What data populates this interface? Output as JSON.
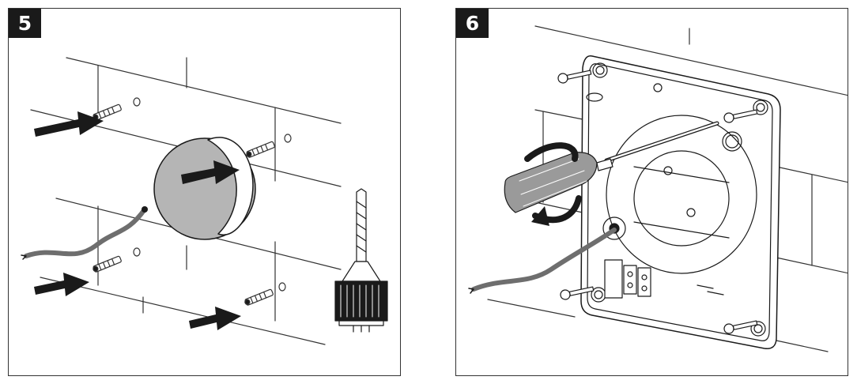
{
  "steps": [
    {
      "number": "5"
    },
    {
      "number": "6"
    }
  ],
  "colors": {
    "line": "#1a1a1a",
    "wall_line": "#333333",
    "gray_fill": "#b5b5b5",
    "cable": "#6e6e6e",
    "arrow": "#1a1a1a",
    "background": "#ffffff"
  },
  "icons": {
    "panel5": [
      "brick-wall",
      "wall-plug",
      "drill-hole",
      "insertion-arrow",
      "cable",
      "duct-sleeve",
      "drill-bit-chuck"
    ],
    "panel6": [
      "brick-wall",
      "fan-back-plate",
      "screw",
      "screwdriver",
      "rotation-arrow",
      "terminal-block",
      "cable"
    ]
  }
}
